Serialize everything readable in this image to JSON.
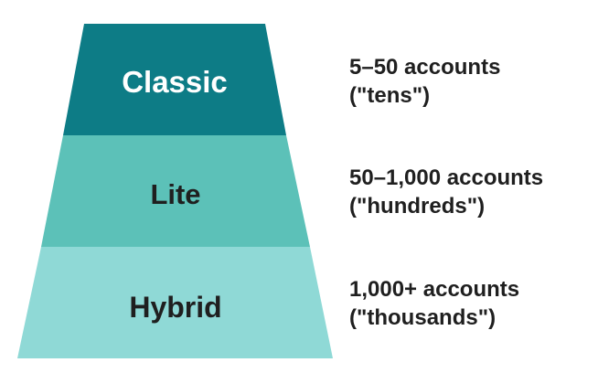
{
  "tiers": [
    {
      "name": "Classic",
      "range": "5–50 accounts",
      "scale": "(\"tens\")",
      "fill": "#0d7c86",
      "text_color": "#ffffff"
    },
    {
      "name": "Lite",
      "range": "50–1,000 accounts",
      "scale": "(\"hundreds\")",
      "fill": "#5cc1b8",
      "text_color": "#1f1f1f"
    },
    {
      "name": "Hybrid",
      "range": "1,000+ accounts",
      "scale": "(\"thousands\")",
      "fill": "#8fd9d6",
      "text_color": "#1f1f1f"
    }
  ]
}
